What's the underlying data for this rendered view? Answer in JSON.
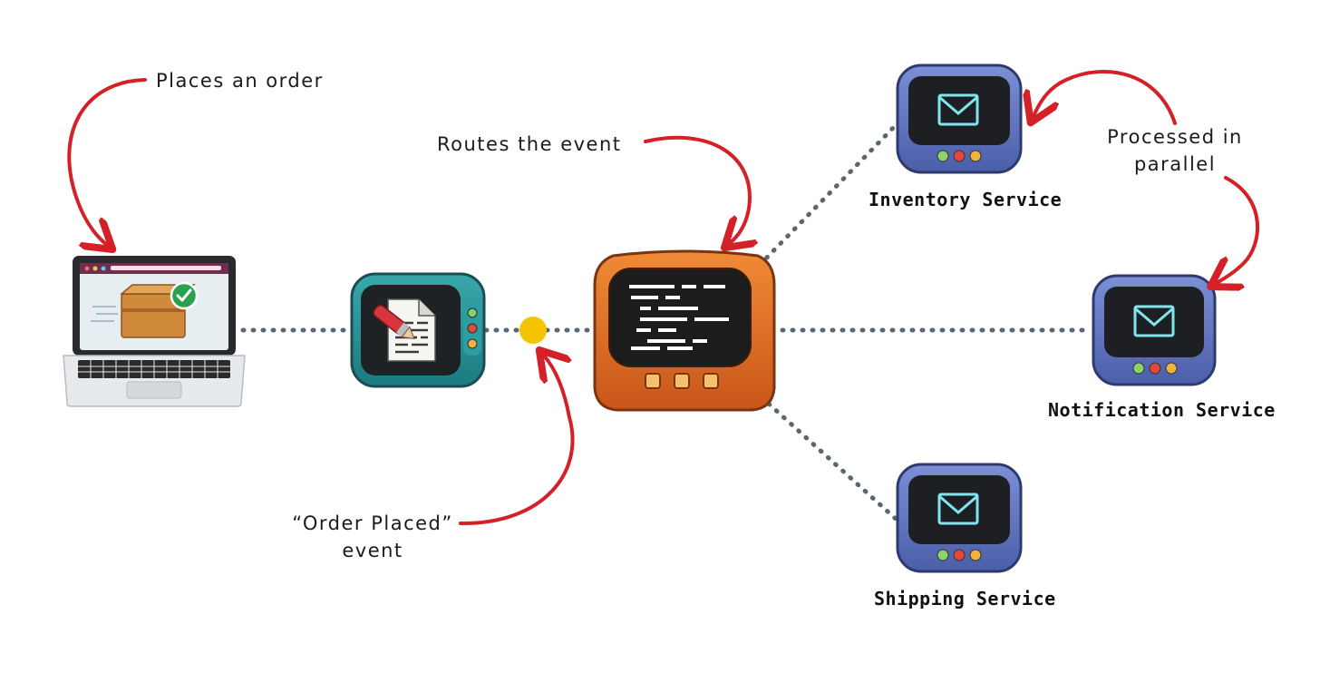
{
  "annotations": {
    "places_order": "Places an order",
    "routes_event": "Routes the event",
    "order_placed_line1": "“Order Placed”",
    "order_placed_line2": "event",
    "processed_line1": "Processed in",
    "processed_line2": "parallel"
  },
  "services": {
    "inventory": "Inventory Service",
    "notification": "Notification Service",
    "shipping": "Shipping Service"
  },
  "icons": {
    "client": "laptop-icon",
    "producer": "document-pen-icon",
    "event": "event-dot-icon",
    "router": "terminal-icon",
    "consumer": "mail-icon"
  },
  "colors": {
    "arrow": "#d42027",
    "connector": "#586776",
    "event_dot": "#f5c400",
    "router": "#e06a1c",
    "producer": "#1f8f93",
    "consumer": "#5a6fb8"
  }
}
